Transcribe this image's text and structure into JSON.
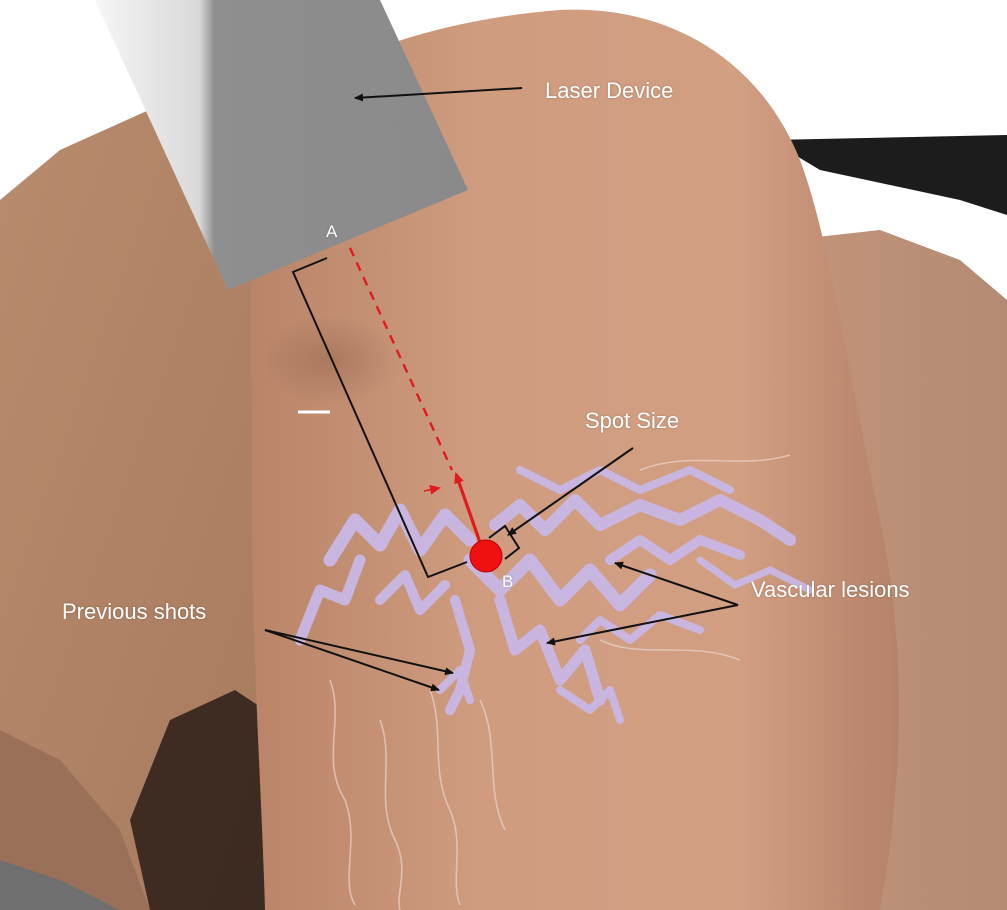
{
  "labels": {
    "laser_device": "Laser Device",
    "spot_size": "Spot Size",
    "vascular_lesions": "Vascular lesions",
    "previous_shots": "Previous shots",
    "point_a": "A",
    "point_b": "B"
  },
  "colors": {
    "background": "#ffffff",
    "skin": "#c69577",
    "skin_shadow": "#a8775c",
    "device": "#8d8d8d",
    "lesion": "#c9b8e6",
    "laser_beam": "#e11b1b",
    "spot": "#f01010",
    "annotation_line": "#111111",
    "label_text": "#ffffff"
  },
  "icons": {
    "spot": "red-circle",
    "beam": "dashed-red-arrow"
  }
}
